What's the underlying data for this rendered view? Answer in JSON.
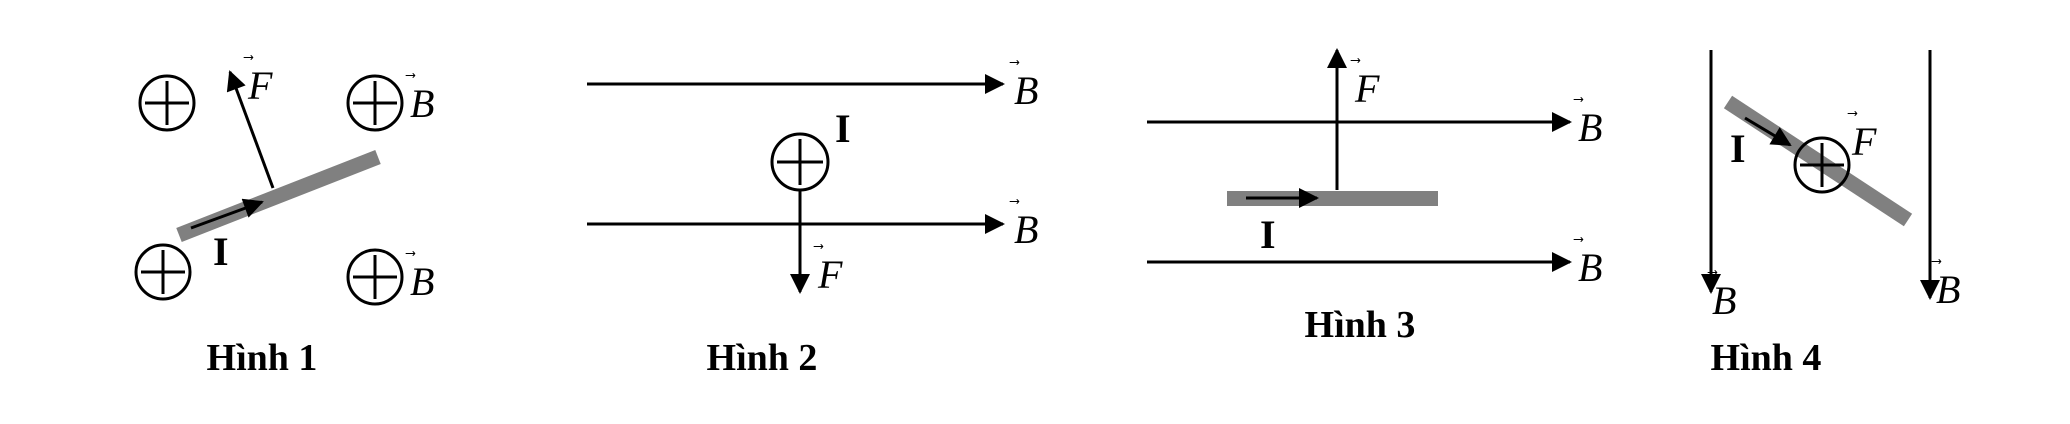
{
  "symbols": {
    "B": "B",
    "F": "F",
    "I": "I",
    "vector_mark": "⃗"
  },
  "figures": [
    {
      "caption": "Hình 1"
    },
    {
      "caption": "Hình 2"
    },
    {
      "caption": "Hình 3"
    },
    {
      "caption": "Hình 4"
    }
  ],
  "colors": {
    "wire": "#808080",
    "ink": "#000000",
    "background": "#ffffff"
  }
}
